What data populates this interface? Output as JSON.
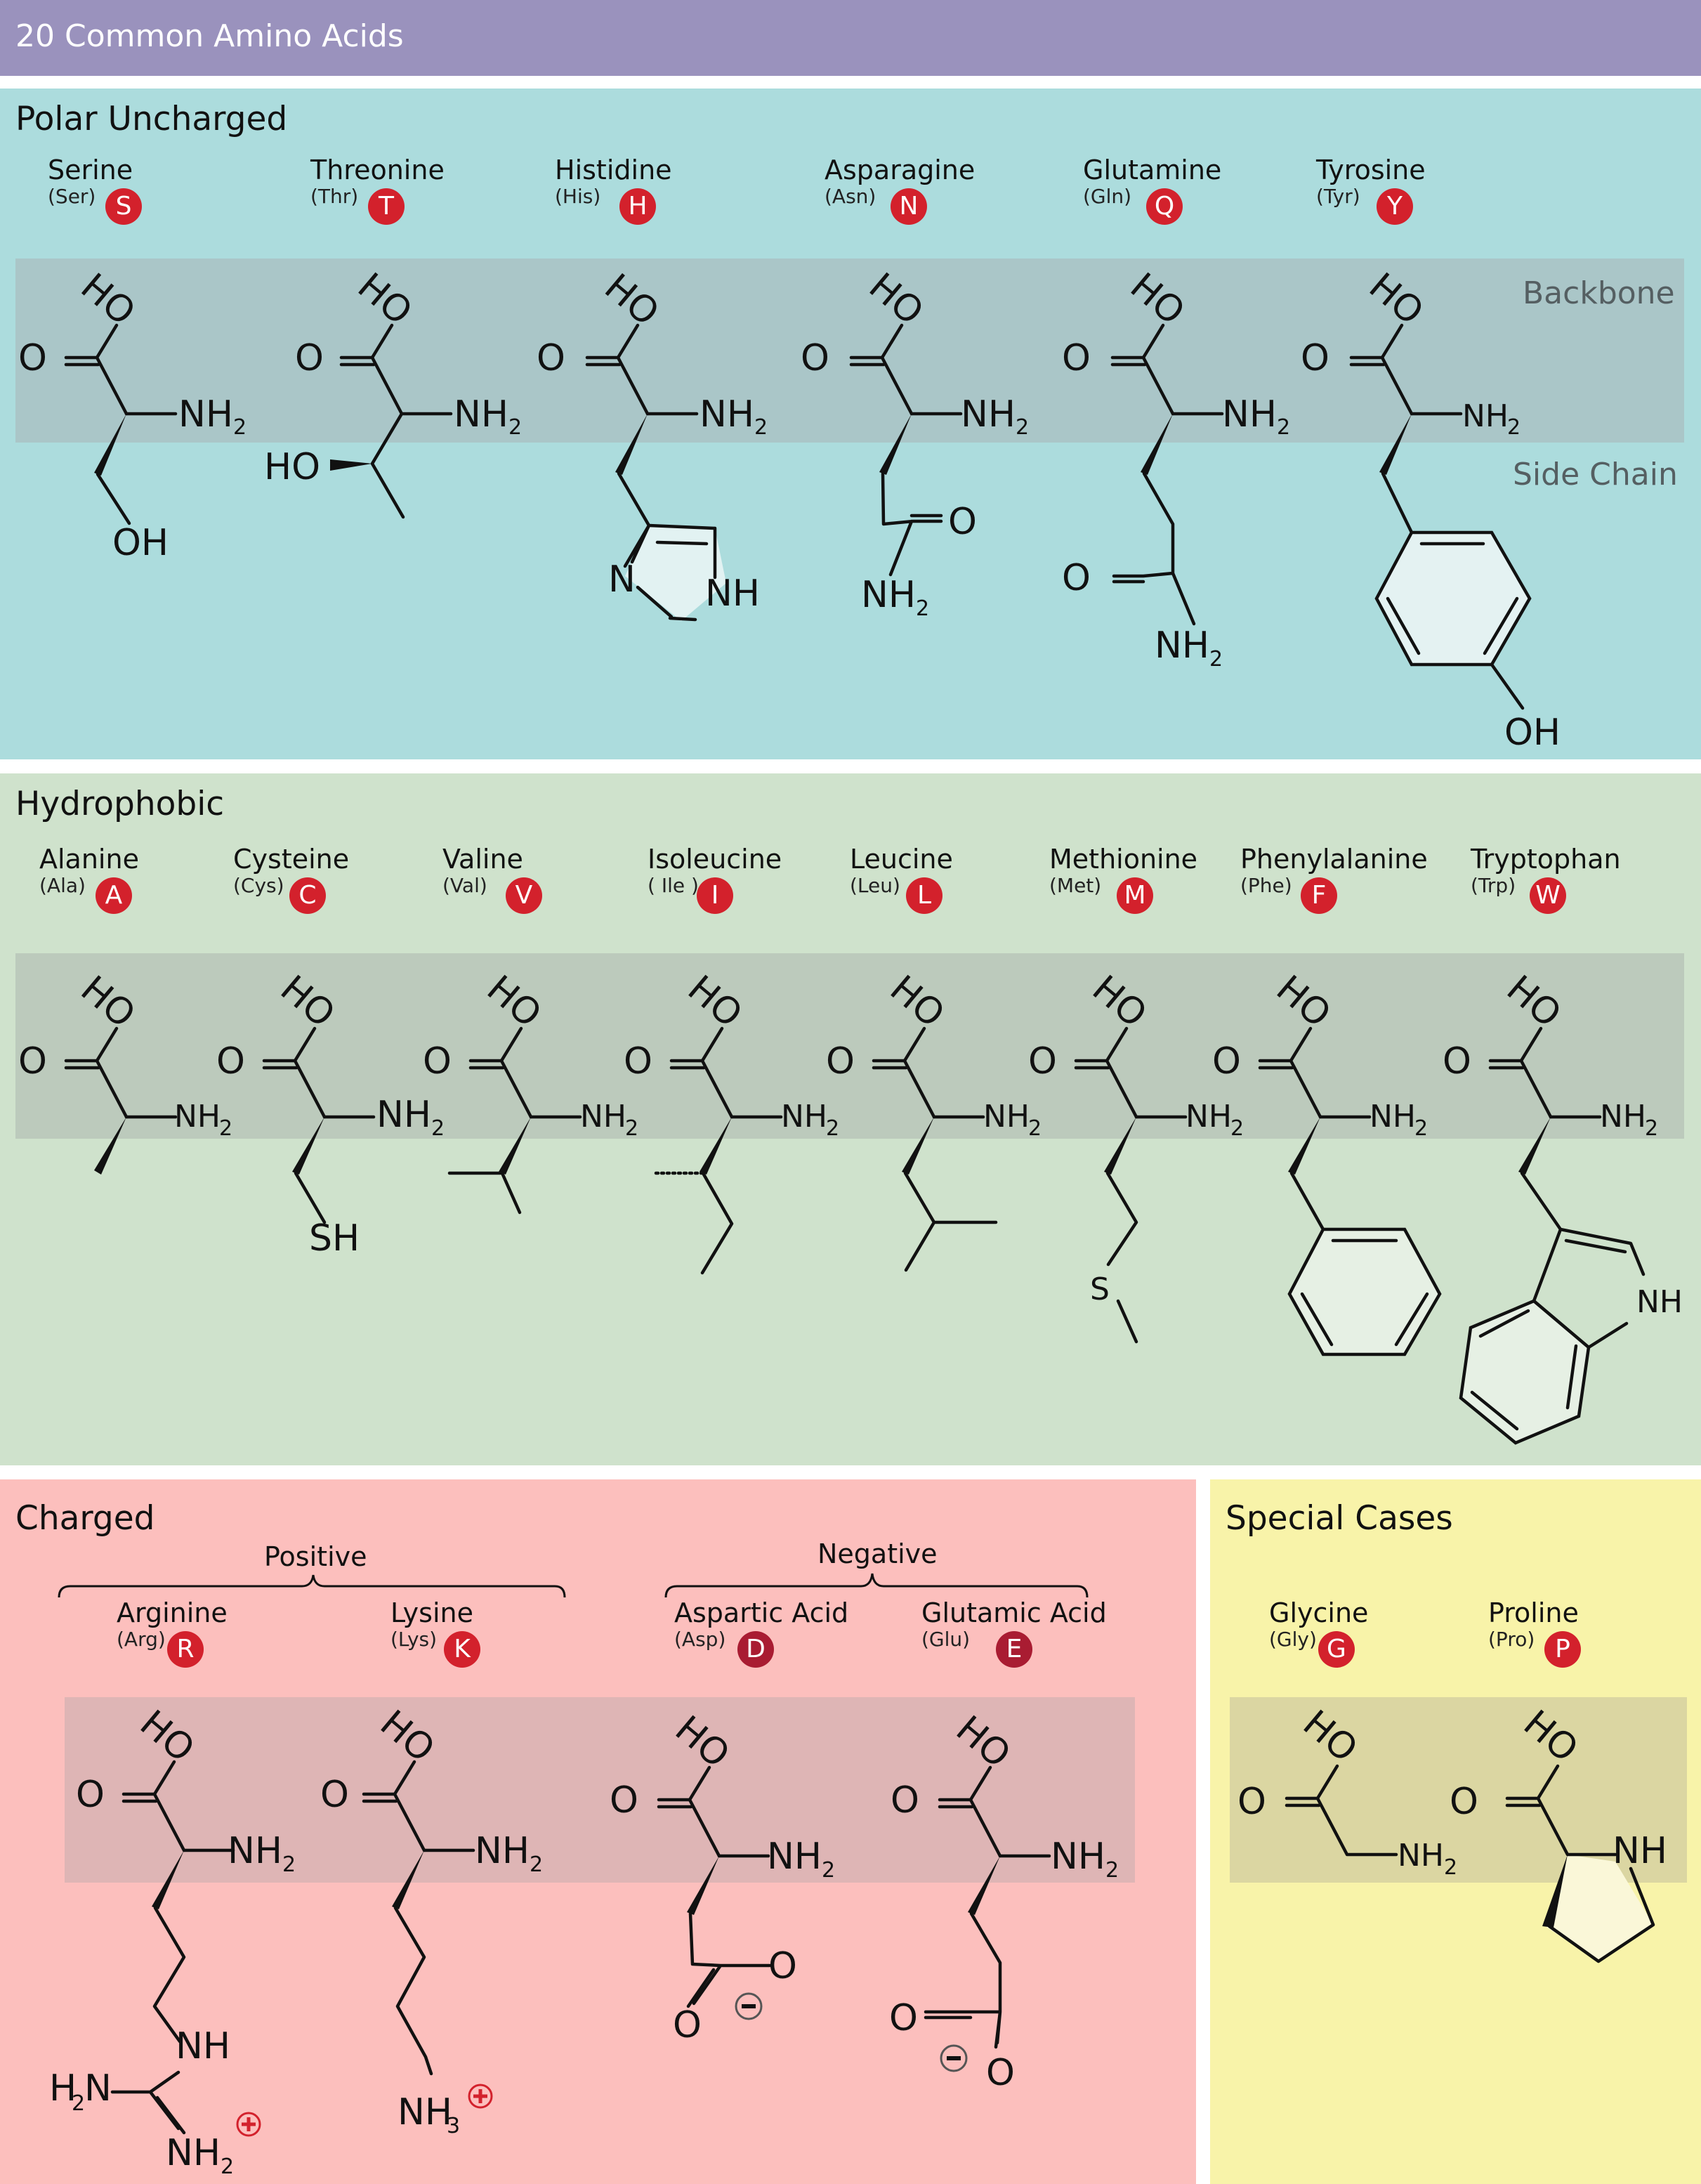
{
  "header": {
    "title": "20 Common Amino Acids"
  },
  "labels": {
    "backbone": "Backbone",
    "side_chain": "Side Chain"
  },
  "colors": {
    "header": "#9a92bd",
    "polar": "#acdcdd",
    "hydrophobic": "#cfe2cc",
    "charged": "#fcbfbd",
    "special": "#f8f3a9",
    "badge": "#d3212c"
  },
  "sections": {
    "polar": {
      "title": "Polar Uncharged",
      "acids": [
        {
          "name": "Serine",
          "abbr": "(Ser)",
          "letter": "S"
        },
        {
          "name": "Threonine",
          "abbr": "(Thr)",
          "letter": "T"
        },
        {
          "name": "Histidine",
          "abbr": "(His)",
          "letter": "H"
        },
        {
          "name": "Asparagine",
          "abbr": "(Asn)",
          "letter": "N"
        },
        {
          "name": "Glutamine",
          "abbr": "(Gln)",
          "letter": "Q"
        },
        {
          "name": "Tyrosine",
          "abbr": "(Tyr)",
          "letter": "Y"
        }
      ]
    },
    "hydrophobic": {
      "title": "Hydrophobic",
      "acids": [
        {
          "name": "Alanine",
          "abbr": "(Ala)",
          "letter": "A"
        },
        {
          "name": "Cysteine",
          "abbr": "(Cys)",
          "letter": "C"
        },
        {
          "name": "Valine",
          "abbr": "(Val)",
          "letter": "V"
        },
        {
          "name": "Isoleucine",
          "abbr": "( Ile )",
          "letter": "I"
        },
        {
          "name": "Leucine",
          "abbr": "(Leu)",
          "letter": "L"
        },
        {
          "name": "Methionine",
          "abbr": "(Met)",
          "letter": "M"
        },
        {
          "name": "Phenylalanine",
          "abbr": "(Phe)",
          "letter": "F"
        },
        {
          "name": "Tryptophan",
          "abbr": "(Trp)",
          "letter": "W"
        }
      ]
    },
    "charged": {
      "title": "Charged",
      "positive_label": "Positive",
      "negative_label": "Negative",
      "acids": [
        {
          "name": "Arginine",
          "abbr": "(Arg)",
          "letter": "R"
        },
        {
          "name": "Lysine",
          "abbr": "(Lys)",
          "letter": "K"
        },
        {
          "name": "Aspartic Acid",
          "abbr": "(Asp)",
          "letter": "D"
        },
        {
          "name": "Glutamic Acid",
          "abbr": "(Glu)",
          "letter": "E"
        }
      ]
    },
    "special": {
      "title": "Special Cases",
      "acids": [
        {
          "name": "Glycine",
          "abbr": "(Gly)",
          "letter": "G"
        },
        {
          "name": "Proline",
          "abbr": "(Pro)",
          "letter": "P"
        }
      ]
    }
  },
  "atoms": {
    "ho": "HO",
    "o": "O",
    "oh": "OH",
    "nh2": "NH",
    "nh": "NH",
    "n": "N",
    "sh": "SH",
    "s": "S",
    "nh3": "NH",
    "h2n": "H",
    "h2n_n": "N",
    "sub2": "2",
    "sub3": "3"
  }
}
